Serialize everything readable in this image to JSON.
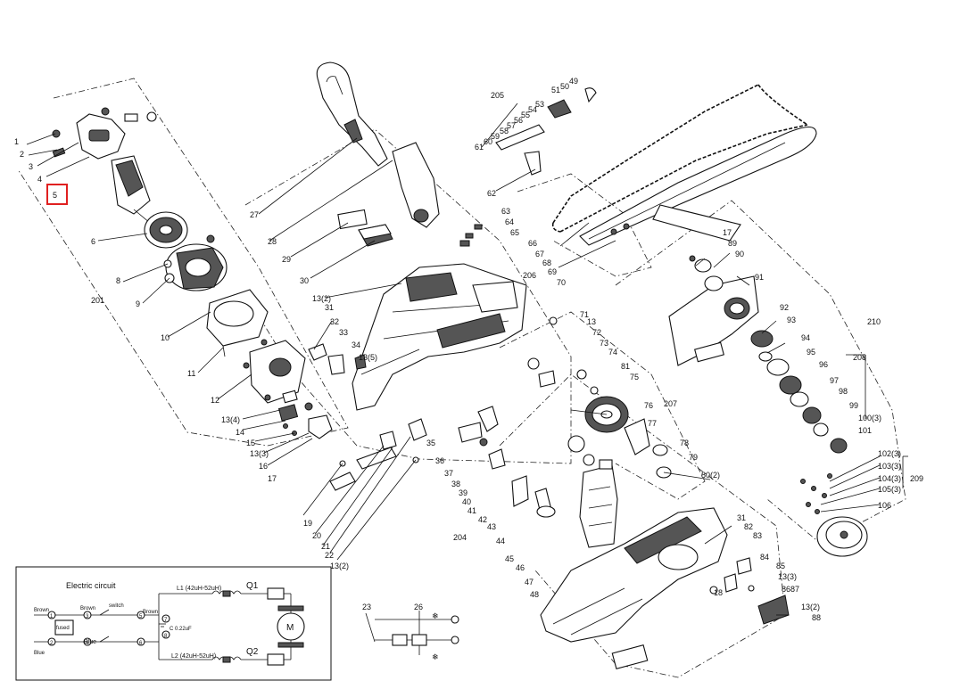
{
  "diagram": {
    "highlighted_callout": "5",
    "callouts": [
      "1",
      "2",
      "3",
      "4",
      "5",
      "6",
      "201",
      "8",
      "9",
      "10",
      "11",
      "12",
      "13(4)",
      "14",
      "15",
      "13(3)",
      "16",
      "17",
      "27",
      "28",
      "29",
      "30",
      "13(2)",
      "31",
      "32",
      "33",
      "34",
      "13(5)",
      "35",
      "36",
      "37",
      "38",
      "19",
      "20",
      "21",
      "22",
      "13(2)",
      "205",
      "51",
      "50",
      "49",
      "53",
      "54",
      "55",
      "56",
      "57",
      "58",
      "59",
      "60",
      "61",
      "62",
      "63",
      "64",
      "65",
      "66",
      "67",
      "68",
      "69",
      "70",
      "206",
      "71",
      "13",
      "72",
      "73",
      "74",
      "75",
      "81",
      "76",
      "207",
      "77",
      "78",
      "79",
      "80(2)",
      "39",
      "40",
      "41",
      "42",
      "43",
      "204",
      "44",
      "45",
      "46",
      "47",
      "48",
      "17",
      "89",
      "90",
      "91",
      "92",
      "93",
      "94",
      "95",
      "96",
      "97",
      "98",
      "99",
      "100(3)",
      "101",
      "208",
      "210",
      "102(3)",
      "103(3)",
      "104(3)",
      "105(3)",
      "106",
      "209",
      "31",
      "82",
      "83",
      "84",
      "85",
      "13(3)",
      "86",
      "87",
      "13(2)",
      "88",
      "18"
    ]
  },
  "circuit": {
    "title": "Electric circuit",
    "brown_left": "Brown",
    "blue_left": "Blue",
    "brown_mid": "Brown",
    "blue_mid": "Blue",
    "brown_right": "Brown",
    "switch": "switch",
    "fused": "fused",
    "capacitor": "C 0.22uF",
    "l1": "L1 (42uH-52uH)",
    "l2": "L2 (42uH-52uH)",
    "q1": "Q1",
    "q2": "Q2",
    "motor": "M",
    "n1": "1",
    "n2": "2",
    "n3": "3",
    "n4": "4",
    "n5": "5",
    "n6": "6",
    "n7": "7",
    "n8": "8"
  },
  "wiring": {
    "ref_23": "23",
    "ref_26": "26"
  }
}
